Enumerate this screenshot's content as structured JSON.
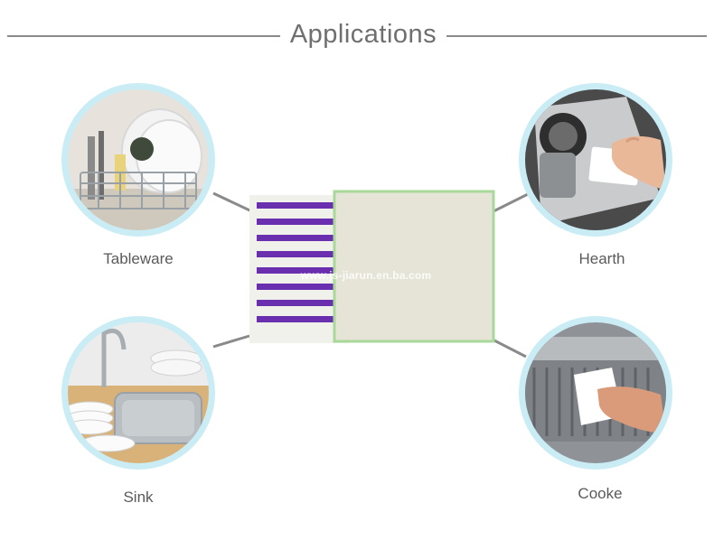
{
  "header": {
    "title": "Applications"
  },
  "applications": [
    {
      "label": "Tableware"
    },
    {
      "label": "Hearth"
    },
    {
      "label": "Sink"
    },
    {
      "label": "Cooke"
    }
  ],
  "product": {
    "watermark": "www.js-jiarun.en.ba.com"
  },
  "colors": {
    "ring": "#c9ecf5",
    "stripe": "#6a2fae",
    "connector": "#8a8a8a",
    "text": "#5a5a5a"
  }
}
